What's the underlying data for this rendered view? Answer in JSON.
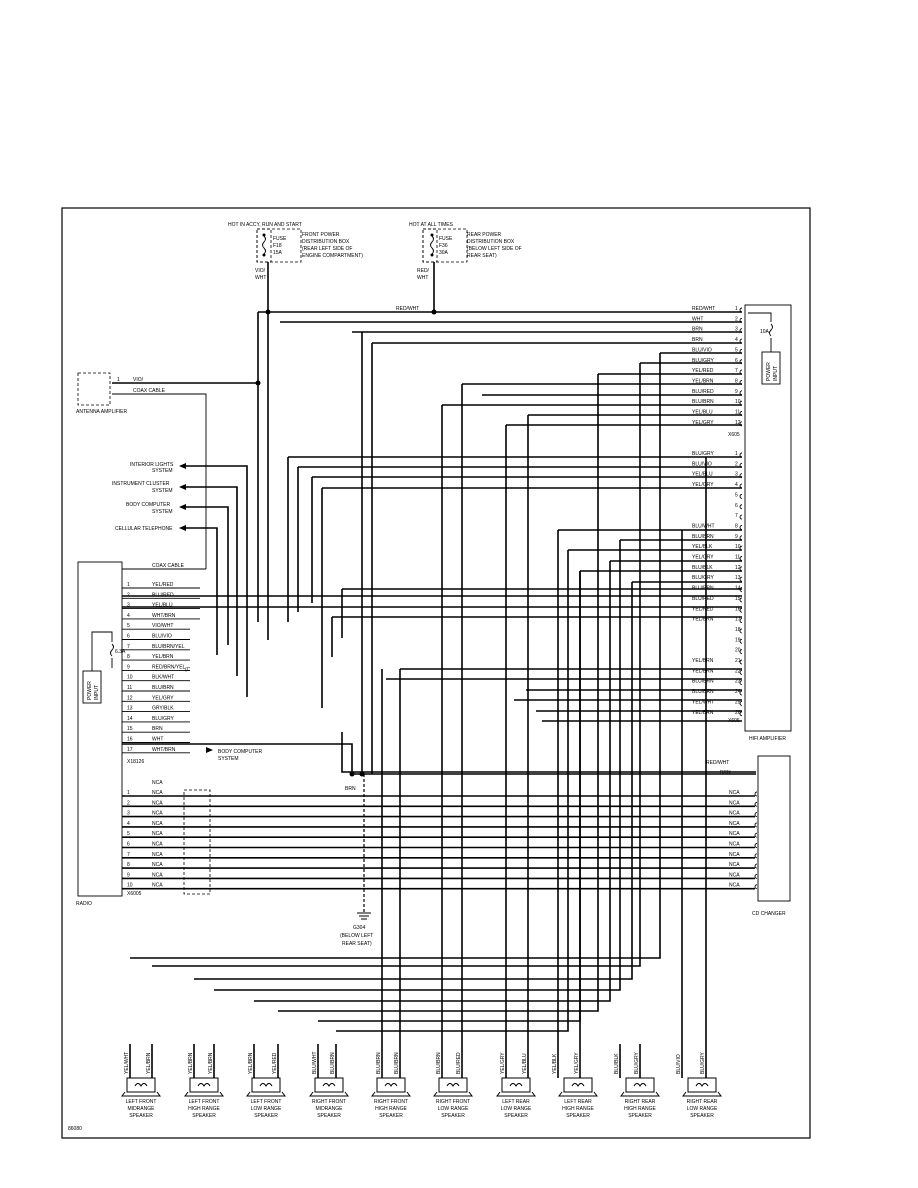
{
  "figure_id": "86080",
  "fuses": {
    "front": {
      "hot": "HOT IN ACCY, RUN AND START",
      "fuse": [
        "FUSE",
        "F18",
        "15A"
      ],
      "box": [
        "FRONT POWER",
        "DISTRIBUTION BOX",
        "(REAR LEFT SIDE OF",
        "ENGINE COMPARTMENT)"
      ],
      "wire": [
        "VIO/",
        "WHT"
      ]
    },
    "rear": {
      "hot": "HOT AT ALL TIMES",
      "fuse": [
        "FUSE",
        "F36",
        "30A"
      ],
      "box": [
        "REAR POWER",
        "DISTRIBUTION BOX",
        "(BELOW LEFT SIDE OF",
        "REAR SEAT)"
      ],
      "wire": [
        "RED/",
        "WHT"
      ]
    }
  },
  "antenna": {
    "label": "ANTENNA AMPLIFIER",
    "pin": "1",
    "wire": "VIO/",
    "coax": "COAX CABLE"
  },
  "systems": [
    "INTERIOR LIGHTS",
    "SYSTEM",
    "INSTRUMENT CLUSTER",
    "SYSTEM",
    "BODY COMPUTER",
    "SYSTEM",
    "CELLULAR TELEPHONE"
  ],
  "radio": {
    "label": "RADIO",
    "power": [
      "POWER",
      "INPUT"
    ],
    "fuse": "6.3A",
    "coax": "COAX CABLE",
    "shield": "(C",
    "bus_wire": "RED/WHT",
    "pins": [
      {
        "n": "1",
        "w": "YEL/RED"
      },
      {
        "n": "2",
        "w": "BLU/RED"
      },
      {
        "n": "3",
        "w": "YEL/BLU"
      },
      {
        "n": "4",
        "w": "WHT/BRN"
      },
      {
        "n": "5",
        "w": "VIO/WHT"
      },
      {
        "n": "6",
        "w": "BLU/VIO"
      },
      {
        "n": "7",
        "w": "BLU/BRN/YEL"
      },
      {
        "n": "8",
        "w": "YEL/BRN"
      },
      {
        "n": "9",
        "w": "RED/BRN/YEL"
      },
      {
        "n": "10",
        "w": "BLK/WHT"
      },
      {
        "n": "11",
        "w": "BLU/BRN"
      },
      {
        "n": "12",
        "w": "YEL/GRY"
      },
      {
        "n": "13",
        "w": "GRY/BLK"
      },
      {
        "n": "14",
        "w": "BLU/GRY"
      },
      {
        "n": "15",
        "w": "BRN"
      },
      {
        "n": "16",
        "w": "WHT"
      },
      {
        "n": "17",
        "w": "WHT/BRN"
      }
    ],
    "body_computer": [
      "BODY COMPUTER",
      "SYSTEM"
    ],
    "conn1": "X18126",
    "nca_top": "NCA",
    "nca_pins": [
      "1",
      "2",
      "3",
      "4",
      "5",
      "6",
      "7",
      "8",
      "9",
      "10"
    ],
    "nca": "NCA",
    "conn2": "X6005"
  },
  "amp": {
    "label": "HIFI AMPLIFIER",
    "fuse": "10A",
    "power": [
      "POWER",
      "INPUT"
    ],
    "x1": [
      {
        "n": "1",
        "w": "RED/WHT"
      },
      {
        "n": "2",
        "w": "WHT"
      },
      {
        "n": "3",
        "w": "BRN"
      },
      {
        "n": "4",
        "w": "BRN"
      },
      {
        "n": "5",
        "w": "BLU/VIO"
      },
      {
        "n": "6",
        "w": "BLU/GRY"
      },
      {
        "n": "7",
        "w": "YEL/RED"
      },
      {
        "n": "8",
        "w": "YEL/BRN"
      },
      {
        "n": "9",
        "w": "BLU/RED"
      },
      {
        "n": "10",
        "w": "BLU/BRN"
      },
      {
        "n": "11",
        "w": "YEL/BLU"
      },
      {
        "n": "12",
        "w": "YEL/GRY"
      }
    ],
    "x1_label": "X605",
    "x2": [
      {
        "n": "1",
        "w": "BLU/GRY"
      },
      {
        "n": "2",
        "w": "BLU/VIO"
      },
      {
        "n": "3",
        "w": "YEL/BLU"
      },
      {
        "n": "4",
        "w": "YEL/GRY"
      },
      {
        "n": "5",
        "w": ""
      },
      {
        "n": "6",
        "w": ""
      },
      {
        "n": "7",
        "w": ""
      },
      {
        "n": "8",
        "w": "BLU/WHT"
      },
      {
        "n": "9",
        "w": "BLU/BRN"
      },
      {
        "n": "10",
        "w": "YEL/BLK"
      },
      {
        "n": "11",
        "w": "YEL/GRY"
      },
      {
        "n": "12",
        "w": "BLU/BLK"
      },
      {
        "n": "13",
        "w": "BLU/GRY"
      },
      {
        "n": "14",
        "w": "BLU/BRN"
      },
      {
        "n": "15",
        "w": "BLU/RED"
      },
      {
        "n": "16",
        "w": "YEL/RED"
      },
      {
        "n": "17",
        "w": "YEL/BRN"
      },
      {
        "n": "18",
        "w": ""
      },
      {
        "n": "19",
        "w": ""
      },
      {
        "n": "20",
        "w": ""
      },
      {
        "n": "21",
        "w": "YEL/BRN"
      },
      {
        "n": "22",
        "w": "YEL/BRN"
      },
      {
        "n": "23",
        "w": "BLU/BRN"
      },
      {
        "n": "24",
        "w": "BLU/BRN"
      },
      {
        "n": "25",
        "w": "YEL/WHT"
      },
      {
        "n": "26",
        "w": "YEL/BRN"
      }
    ],
    "x2_label": "X606",
    "top_wire": "RED/WHT"
  },
  "cd": {
    "label": "CD CHANGER",
    "wires": [
      "RED/WHT",
      "BRN"
    ],
    "nca": "NCA"
  },
  "ground": {
    "wire": "BRN",
    "label": [
      "G304",
      "(BELOW LEFT",
      "REAR SEAT)"
    ]
  },
  "speakers": [
    {
      "name": [
        "LEFT FRONT",
        "MIDRANGE",
        "SPEAKER"
      ],
      "wires": [
        "YEL/WHT",
        "YEL/BRN"
      ]
    },
    {
      "name": [
        "LEFT FRONT",
        "HIGH RANGE",
        "SPEAKER"
      ],
      "wires": [
        "YEL/BRN",
        "YEL/BRN"
      ]
    },
    {
      "name": [
        "LEFT FRONT",
        "LOW RANGE",
        "SPEAKER"
      ],
      "wires": [
        "YEL/BRN",
        "YEL/RED"
      ]
    },
    {
      "name": [
        "RIGHT FRONT",
        "MIDRANGE",
        "SPEAKER"
      ],
      "wires": [
        "BLU/WHT",
        "BLU/BRN"
      ]
    },
    {
      "name": [
        "RIGHT FRONT",
        "HIGH RANGE",
        "SPEAKER"
      ],
      "wires": [
        "BLU/BRN",
        "BLU/BRN"
      ]
    },
    {
      "name": [
        "RIGHT FRONT",
        "LOW RANGE",
        "SPEAKER"
      ],
      "wires": [
        "BLU/BRN",
        "BLU/RED"
      ]
    },
    {
      "name": [
        "LEFT REAR",
        "LOW RANGE",
        "SPEAKER"
      ],
      "wires": [
        "YEL/GRY",
        "YEL/BLU"
      ]
    },
    {
      "name": [
        "LEFT REAR",
        "HIGH RANGE",
        "SPEAKER"
      ],
      "wires": [
        "YEL/BLK",
        "YEL/GRY"
      ]
    },
    {
      "name": [
        "RIGHT REAR",
        "HIGH RANGE",
        "SPEAKER"
      ],
      "wires": [
        "BLU/BLK",
        "BLU/GRY"
      ]
    },
    {
      "name": [
        "RIGHT REAR",
        "LOW RANGE",
        "SPEAKER"
      ],
      "wires": [
        "BLU/VIO",
        "BLU/GRY"
      ]
    }
  ]
}
